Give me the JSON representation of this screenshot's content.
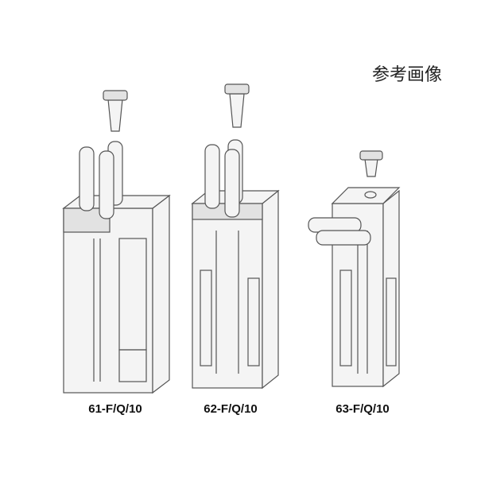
{
  "title": "参考画像",
  "products": [
    {
      "label": "61-F/Q/10"
    },
    {
      "label": "62-F/Q/10"
    },
    {
      "label": "63-F/Q/10"
    }
  ]
}
